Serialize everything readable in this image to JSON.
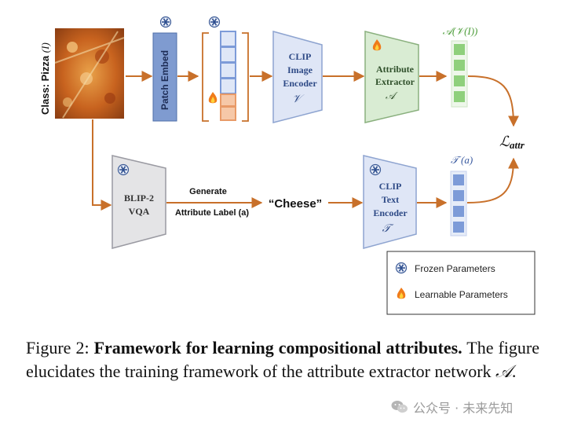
{
  "figure": {
    "class_label": "Class: Pizza",
    "class_math": "(I)",
    "patch_embed": "Patch Embed",
    "clip_image": [
      "CLIP",
      "Image",
      "Encoder"
    ],
    "clip_image_sym": "𝒱",
    "attr_extractor": [
      "Attribute",
      "Extractor"
    ],
    "attr_extractor_sym": "𝒜",
    "attr_output_label": "𝒜(𝒱(I))",
    "loss_label": "ℒ",
    "loss_sub": "attr",
    "blip": [
      "BLIP-2",
      "VQA"
    ],
    "generate": "Generate",
    "attribute_label": "Attribute Label (a)",
    "cheese": "“Cheese”",
    "clip_text": [
      "CLIP",
      "Text",
      "Encoder"
    ],
    "clip_text_sym": "𝒯",
    "text_output_label": "𝒯 (a)",
    "legend": {
      "frozen": "Frozen Parameters",
      "learnable": "Learnable Parameters"
    }
  },
  "caption": {
    "figure_label": "Figure 2:",
    "bold_title": "Framework for learning compositional attributes.",
    "body_1": "The figure elucidates the training framework of the attribute extractor network",
    "symbol": "𝒜",
    "end": "."
  },
  "watermark": "公众号 · 未来先知",
  "colors": {
    "arrow": "#c8702a",
    "patch_embed": "#7f9bd0",
    "clip": "#dfe6f6",
    "attr_extractor": "#d9ecd3",
    "blip": "#e4e4e6",
    "token_blue": "#7d9bd8",
    "token_green": "#8fd07c",
    "token_orange": "#f6c8a8"
  }
}
